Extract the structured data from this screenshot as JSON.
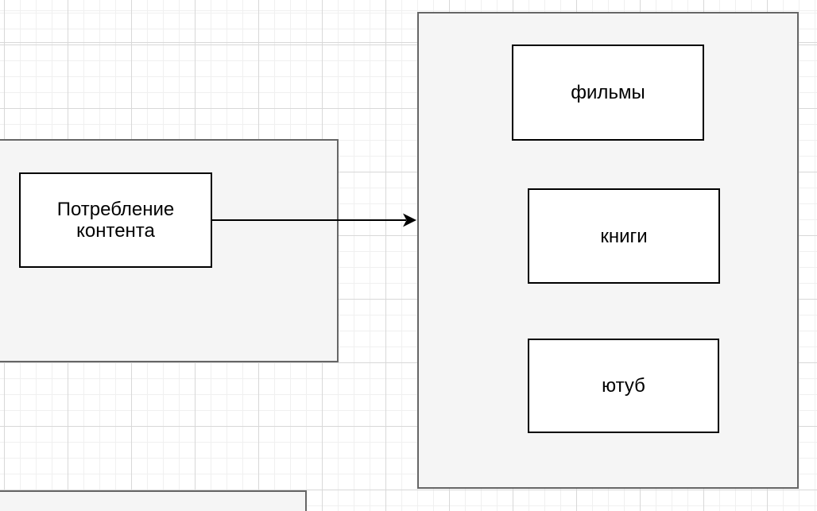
{
  "diagram": {
    "source_container": {
      "node": {
        "label": "Потребление контента"
      }
    },
    "connector": {
      "type": "arrow-right",
      "from": "Потребление контента",
      "to": "target-container"
    },
    "target_container": {
      "nodes": [
        {
          "label": "фильмы"
        },
        {
          "label": "книги"
        },
        {
          "label": "ютуб"
        }
      ]
    },
    "colors": {
      "canvas_background": "#ffffff",
      "grid_minor": "#f0f0f0",
      "grid_major": "#d8d8d8",
      "container_fill": "#f5f5f5",
      "container_border": "#666666",
      "node_fill": "#ffffff",
      "node_border": "#000000",
      "connector_stroke": "#000000",
      "text": "#000000"
    }
  }
}
